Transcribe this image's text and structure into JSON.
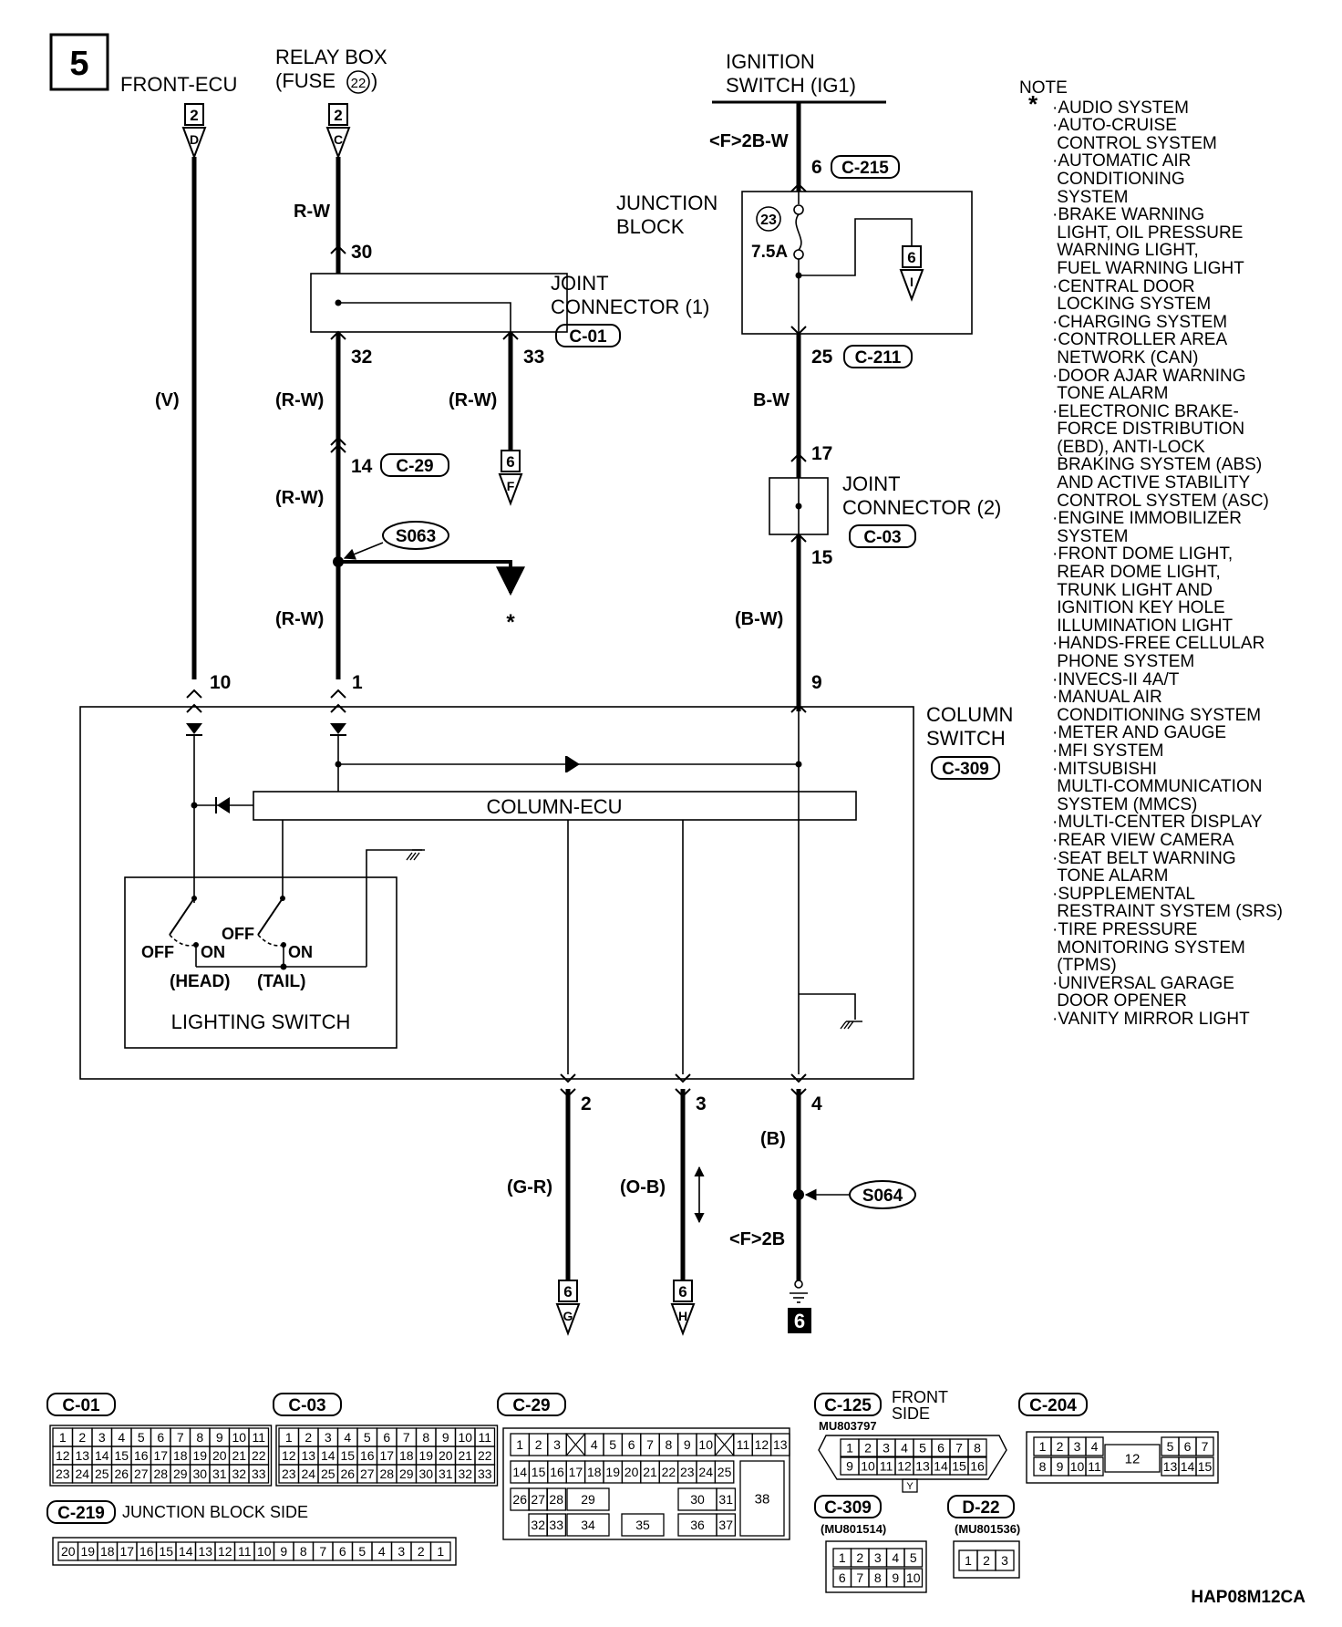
{
  "diagram": {
    "page_number": "5",
    "front_ecu": "FRONT-ECU",
    "relay_box": [
      "RELAY BOX",
      "(FUSE",
      "22",
      ")"
    ],
    "ignition": [
      "IGNITION",
      "SWITCH (IG1)"
    ],
    "ign_wire": "<F>2B-W",
    "junction_block": [
      "JUNCTION",
      "BLOCK"
    ],
    "fuse_num": "23",
    "fuse_amp": "7.5A",
    "joint1": [
      "JOINT",
      "CONNECTOR (1)"
    ],
    "joint2": [
      "JOINT",
      "CONNECTOR (2)"
    ],
    "column_switch": [
      "COLUMN",
      "SWITCH"
    ],
    "column_ecu": "COLUMN-ECU",
    "lighting_switch": "LIGHTING SWITCH",
    "head": "(HEAD)",
    "tail": "(TAIL)",
    "off": "OFF",
    "on": "ON",
    "splice1": "S063",
    "splice2": "S064",
    "star": "*",
    "ground_ref": "6",
    "image_code": "HAP08M12CA",
    "conn": {
      "c01": "C-01",
      "c03": "C-03",
      "c29": "C-29",
      "c215": "C-215",
      "c211": "C-211",
      "c309": "C-309",
      "c125": "C-125",
      "c204": "C-204",
      "c219": "C-219",
      "d22": "D-22"
    },
    "refs": {
      "p2": "2",
      "p6": "6",
      "D": "D",
      "C": "C",
      "F": "F",
      "G": "G",
      "H": "H",
      "I": "I"
    },
    "pins": {
      "p30": "30",
      "p32": "32",
      "p33": "33",
      "p14": "14",
      "p1": "1",
      "p10": "10",
      "p6": "6",
      "p25": "25",
      "p17": "17",
      "p15": "15",
      "p9": "9",
      "p2": "2",
      "p3": "3",
      "p4": "4"
    },
    "wires": {
      "v": "(V)",
      "rw": "R-W",
      "rwp": "(R-W)",
      "bw": "B-W",
      "bwp": "(B-W)",
      "gr": "(G-R)",
      "ob": "(O-B)",
      "b": "(B)",
      "f2b": "<F>2B"
    }
  },
  "connectors": {
    "c01_rows": [
      [
        "1",
        "2",
        "3",
        "4",
        "5",
        "6",
        "7",
        "8",
        "9",
        "10",
        "11"
      ],
      [
        "12",
        "13",
        "14",
        "15",
        "16",
        "17",
        "18",
        "19",
        "20",
        "21",
        "22"
      ],
      [
        "23",
        "24",
        "25",
        "26",
        "27",
        "28",
        "29",
        "30",
        "31",
        "32",
        "33"
      ]
    ],
    "c29_row1": [
      "1",
      "2",
      "3",
      "",
      "4",
      "5",
      "6",
      "7",
      "8",
      "9",
      "10",
      "",
      "11",
      "12",
      "13"
    ],
    "c29_row2": [
      "14",
      "15",
      "16",
      "17",
      "18",
      "19",
      "20",
      "21",
      "22",
      "23",
      "24",
      "25"
    ],
    "c29_row3": [
      "26",
      "27",
      "28",
      "29",
      "30",
      "31"
    ],
    "c29_row4": [
      "32",
      "33",
      "34",
      "35",
      "36",
      "37"
    ],
    "c29_big": "38",
    "c125_label": [
      "FRONT",
      "SIDE"
    ],
    "c125_part": "MU803797",
    "c125_r1": [
      "1",
      "2",
      "3",
      "4",
      "5",
      "6",
      "7",
      "8"
    ],
    "c125_r2": [
      "9",
      "10",
      "11",
      "12",
      "13",
      "14",
      "15",
      "16"
    ],
    "c125_key": "Y",
    "c204_r1": [
      "1",
      "2",
      "3",
      "4",
      "5",
      "6",
      "7"
    ],
    "c204_r2": [
      "8",
      "9",
      "10",
      "11",
      "13",
      "14",
      "15"
    ],
    "c204_mid": "12",
    "c219_label": "JUNCTION BLOCK SIDE",
    "c219_pins": [
      "20",
      "19",
      "18",
      "17",
      "16",
      "15",
      "14",
      "13",
      "12",
      "11",
      "10",
      "9",
      "8",
      "7",
      "6",
      "5",
      "4",
      "3",
      "2",
      "1"
    ],
    "c309_part": "(MU801514)",
    "c309_r1": [
      "1",
      "2",
      "3",
      "4",
      "5"
    ],
    "c309_r2": [
      "6",
      "7",
      "8",
      "9",
      "10"
    ],
    "d22_part": "(MU801536)",
    "d22_pins": [
      "1",
      "2",
      "3"
    ]
  },
  "note": {
    "title": "NOTE",
    "items": [
      "AUDIO SYSTEM",
      "AUTO-CRUISE",
      "CONTROL SYSTEM",
      "AUTOMATIC AIR",
      "CONDITIONING",
      "SYSTEM",
      "BRAKE WARNING",
      "LIGHT, OIL PRESSURE",
      "WARNING LIGHT,",
      "FUEL WARNING LIGHT",
      "CENTRAL DOOR",
      "LOCKING SYSTEM",
      "CHARGING SYSTEM",
      "CONTROLLER AREA",
      "NETWORK (CAN)",
      "DOOR AJAR WARNING",
      "TONE ALARM",
      "ELECTRONIC BRAKE-",
      "FORCE DISTRIBUTION",
      "(EBD), ANTI-LOCK",
      "BRAKING SYSTEM (ABS)",
      "AND ACTIVE STABILITY",
      "CONTROL SYSTEM (ASC)",
      "ENGINE IMMOBILIZER",
      "SYSTEM",
      "FRONT DOME LIGHT,",
      "REAR DOME LIGHT,",
      "TRUNK LIGHT AND",
      "IGNITION KEY HOLE",
      "ILLUMINATION LIGHT",
      "HANDS-FREE CELLULAR",
      "PHONE SYSTEM",
      "INVECS-II 4A/T",
      "MANUAL AIR",
      "CONDITIONING SYSTEM",
      "METER AND GAUGE",
      "MFI SYSTEM",
      "MITSUBISHI",
      "MULTI-COMMUNICATION",
      "SYSTEM (MMCS)",
      "MULTI-CENTER DISPLAY",
      "REAR VIEW CAMERA",
      "SEAT BELT WARNING",
      "TONE ALARM",
      "SUPPLEMENTAL",
      "RESTRAINT SYSTEM (SRS)",
      "TIRE PRESSURE",
      "MONITORING SYSTEM",
      "(TPMS)",
      "UNIVERSAL GARAGE",
      "DOOR OPENER",
      "VANITY MIRROR LIGHT"
    ],
    "bullet_starts": [
      0,
      1,
      3,
      6,
      10,
      12,
      13,
      15,
      17,
      23,
      25,
      30,
      32,
      33,
      35,
      36,
      37,
      40,
      41,
      42,
      44,
      46,
      49,
      51
    ]
  }
}
